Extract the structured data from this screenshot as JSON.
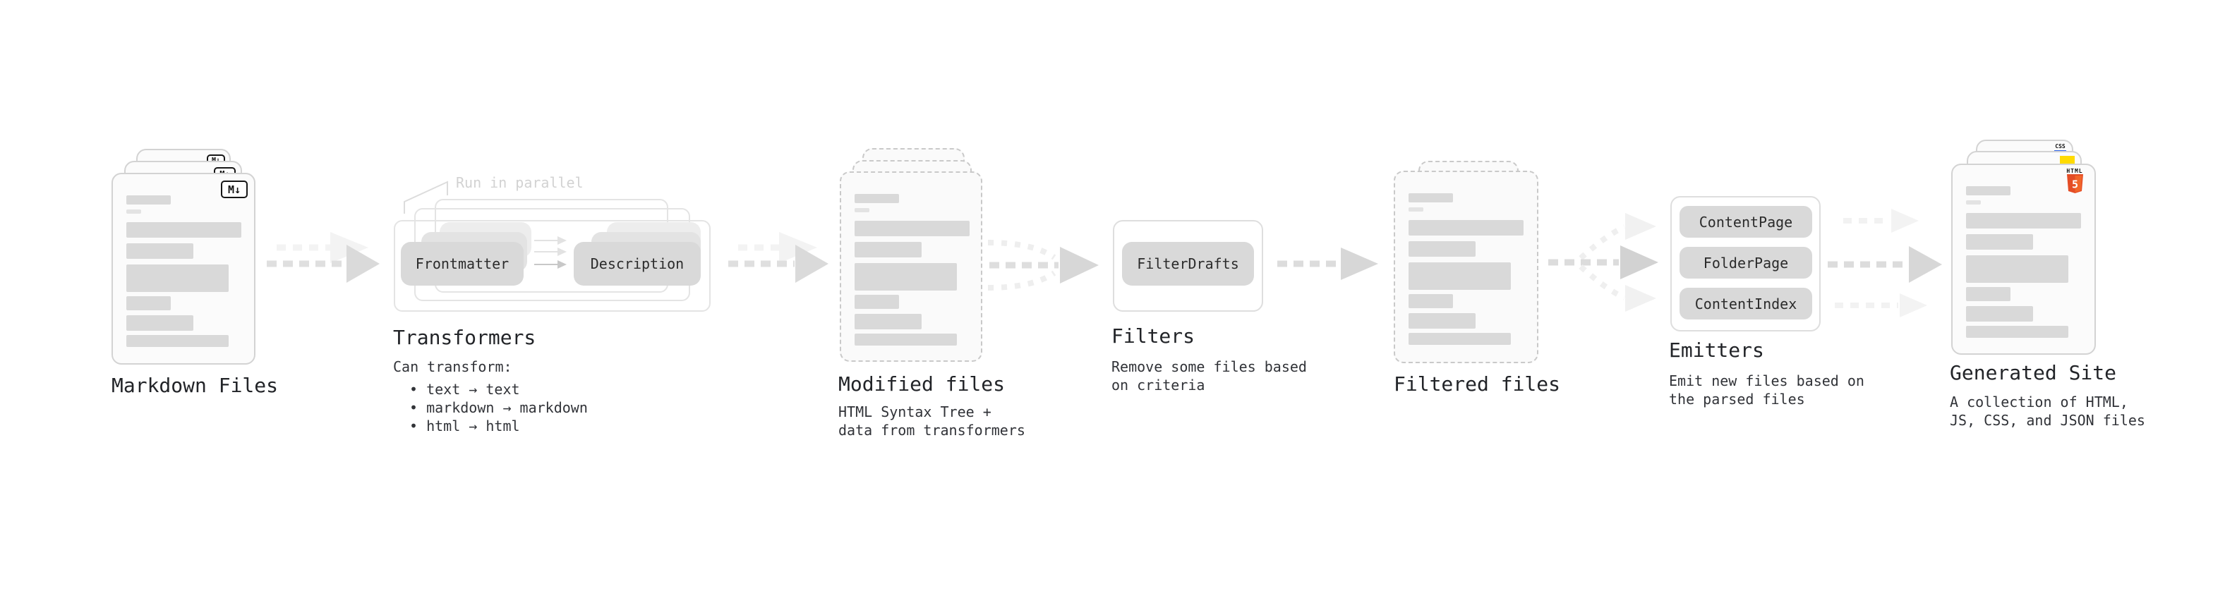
{
  "diagram": {
    "markdown_files": {
      "label": "Markdown Files",
      "file_badge": "M↓"
    },
    "transformers": {
      "note": "Run in parallel",
      "step1": "Frontmatter",
      "step2": "Description",
      "title": "Transformers",
      "desc_heading": "Can transform:",
      "bullets": [
        "• text → text",
        "• markdown → markdown",
        "• html → html"
      ]
    },
    "modified_files": {
      "title": "Modified files",
      "desc_line1": "HTML Syntax Tree +",
      "desc_line2": "data from transformers"
    },
    "filters": {
      "title": "Filters",
      "pill": "FilterDrafts",
      "desc_line1": "Remove some files based",
      "desc_line2": "on criteria"
    },
    "filtered_files": {
      "label": "Filtered files"
    },
    "emitters": {
      "title": "Emitters",
      "pills": [
        "ContentPage",
        "FolderPage",
        "ContentIndex"
      ],
      "desc_line1": "Emit new files based on",
      "desc_line2": "the parsed files"
    },
    "generated_site": {
      "title": "Generated Site",
      "desc_line1": "A collection of HTML,",
      "desc_line2": "JS, CSS, and JSON files",
      "css_badge": "CSS",
      "html_badge_word": "HTML",
      "html_badge_number": "5"
    }
  },
  "colors": {
    "js_yellow": "#ffdb00",
    "css_blue": "#2d63e8",
    "html5_orange": "#e44d26",
    "html5_orange_light": "#f16529",
    "card_border": "#d3d3d3",
    "bar_gray": "#d9d9d9",
    "arrow_gray": "#dcdcdc",
    "arrow_ghost": "#f2f2f2"
  }
}
